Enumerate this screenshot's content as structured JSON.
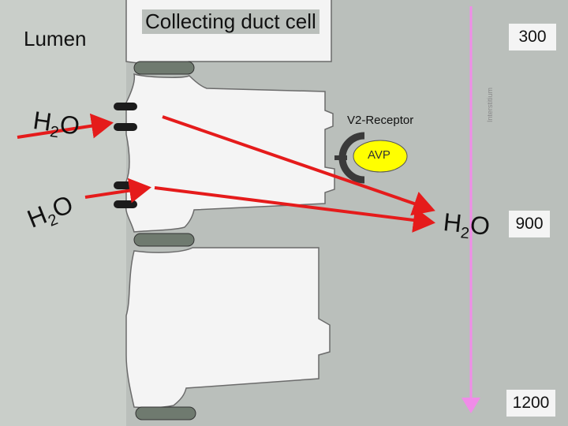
{
  "labels": {
    "lumen": "Lumen",
    "cell": "Collecting duct cell",
    "receptor": "V2-Receptor",
    "hormone": "AVP",
    "interstitium": "Interstitium"
  },
  "osmolality": {
    "top": "300",
    "middle": "900",
    "bottom": "1200"
  },
  "water": {
    "base": "H",
    "sub": "2",
    "tail": "O"
  },
  "colors": {
    "background": "#babfbb",
    "cell_fill": "#f4f4f4",
    "lumen_fill": "#c9cec9",
    "junction": "#6f7a6f",
    "aquaporin": "#1c1c1c",
    "arrow": "#e51b1b",
    "gradient_arrow": "#f08ce8",
    "avp": "#ffff00"
  },
  "icons": {
    "aquaporin_channels": "aquaporin-channel-icon",
    "receptor": "v2-receptor-icon",
    "gradient_arrow": "gradient-arrow-icon"
  }
}
